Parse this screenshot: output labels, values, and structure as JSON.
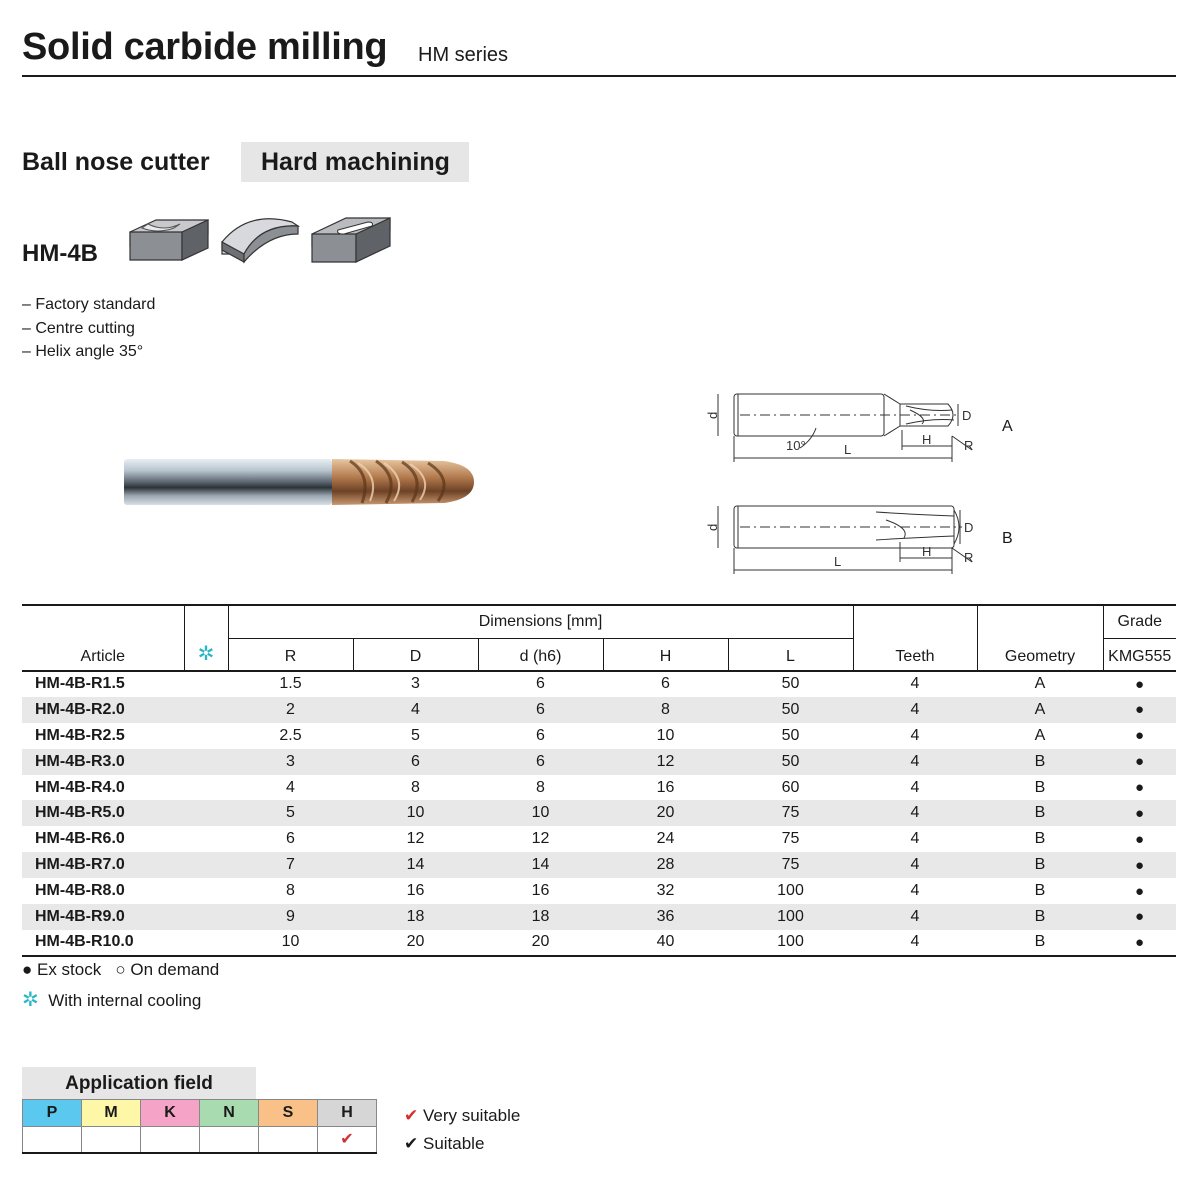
{
  "header": {
    "title": "Solid carbide milling",
    "series": "HM series"
  },
  "product": {
    "category": "Ball nose cutter",
    "subcategory": "Hard machining",
    "code": "HM-4B",
    "features": [
      "– Factory standard",
      "– Centre cutting",
      "– Helix angle 35°"
    ]
  },
  "diagrams": {
    "label_a": "A",
    "label_b": "B",
    "dim_d": "d",
    "dim_D": "D",
    "dim_H": "H",
    "dim_R": "R",
    "dim_L": "L",
    "angle": "10°"
  },
  "table": {
    "group_dimensions": "Dimensions [mm]",
    "group_grade": "Grade",
    "cols": {
      "article": "Article",
      "cooling": "✲",
      "R": "R",
      "D": "D",
      "d": "d (h6)",
      "H": "H",
      "L": "L",
      "teeth": "Teeth",
      "geometry": "Geometry",
      "grade": "KMG555"
    },
    "rows": [
      {
        "article": "HM-4B-R1.5",
        "R": "1.5",
        "D": "3",
        "d": "6",
        "H": "6",
        "L": "50",
        "teeth": "4",
        "geometry": "A",
        "grade": "●"
      },
      {
        "article": "HM-4B-R2.0",
        "R": "2",
        "D": "4",
        "d": "6",
        "H": "8",
        "L": "50",
        "teeth": "4",
        "geometry": "A",
        "grade": "●"
      },
      {
        "article": "HM-4B-R2.5",
        "R": "2.5",
        "D": "5",
        "d": "6",
        "H": "10",
        "L": "50",
        "teeth": "4",
        "geometry": "A",
        "grade": "●"
      },
      {
        "article": "HM-4B-R3.0",
        "R": "3",
        "D": "6",
        "d": "6",
        "H": "12",
        "L": "50",
        "teeth": "4",
        "geometry": "B",
        "grade": "●"
      },
      {
        "article": "HM-4B-R4.0",
        "R": "4",
        "D": "8",
        "d": "8",
        "H": "16",
        "L": "60",
        "teeth": "4",
        "geometry": "B",
        "grade": "●"
      },
      {
        "article": "HM-4B-R5.0",
        "R": "5",
        "D": "10",
        "d": "10",
        "H": "20",
        "L": "75",
        "teeth": "4",
        "geometry": "B",
        "grade": "●"
      },
      {
        "article": "HM-4B-R6.0",
        "R": "6",
        "D": "12",
        "d": "12",
        "H": "24",
        "L": "75",
        "teeth": "4",
        "geometry": "B",
        "grade": "●"
      },
      {
        "article": "HM-4B-R7.0",
        "R": "7",
        "D": "14",
        "d": "14",
        "H": "28",
        "L": "75",
        "teeth": "4",
        "geometry": "B",
        "grade": "●"
      },
      {
        "article": "HM-4B-R8.0",
        "R": "8",
        "D": "16",
        "d": "16",
        "H": "32",
        "L": "100",
        "teeth": "4",
        "geometry": "B",
        "grade": "●"
      },
      {
        "article": "HM-4B-R9.0",
        "R": "9",
        "D": "18",
        "d": "18",
        "H": "36",
        "L": "100",
        "teeth": "4",
        "geometry": "B",
        "grade": "●"
      },
      {
        "article": "HM-4B-R10.0",
        "R": "10",
        "D": "20",
        "d": "20",
        "H": "40",
        "L": "100",
        "teeth": "4",
        "geometry": "B",
        "grade": "●"
      }
    ]
  },
  "legend": {
    "ex_stock": "● Ex stock",
    "on_demand": "○ On demand",
    "cooling_icon": "✲",
    "cooling": "With internal cooling"
  },
  "application": {
    "title": "Application field",
    "materials": [
      {
        "label": "P",
        "color": "#5bc8f0",
        "check": ""
      },
      {
        "label": "M",
        "color": "#fff7a8",
        "check": ""
      },
      {
        "label": "K",
        "color": "#f5a3c6",
        "check": ""
      },
      {
        "label": "N",
        "color": "#a8dcb0",
        "check": ""
      },
      {
        "label": "S",
        "color": "#f9c088",
        "check": ""
      },
      {
        "label": "H",
        "color": "#d6d6d6",
        "check": "✔"
      }
    ],
    "very_suitable_icon": "✔",
    "very_suitable": "Very suitable",
    "suitable_icon": "✔",
    "suitable": "Suitable"
  }
}
